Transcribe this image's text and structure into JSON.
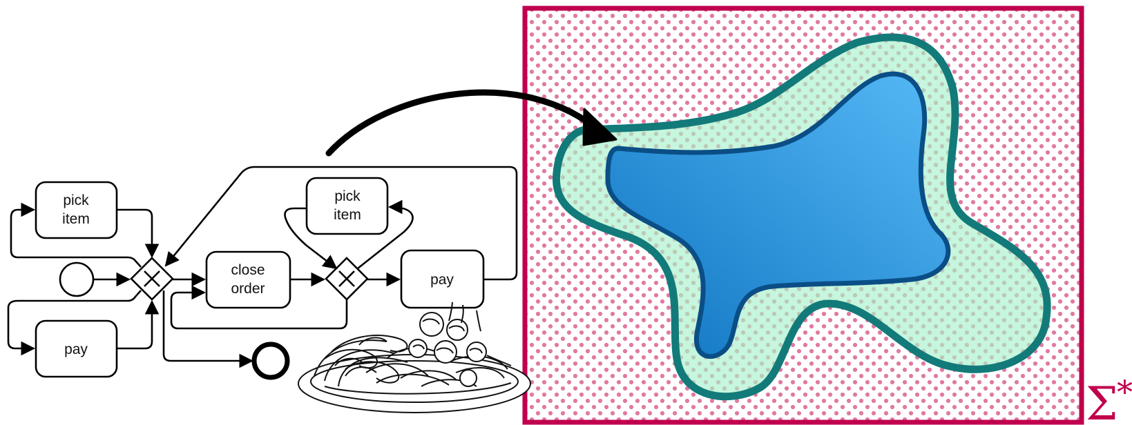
{
  "bpmn": {
    "tasks": [
      {
        "id": "pick-item-1",
        "lines": [
          "pick",
          "item"
        ]
      },
      {
        "id": "pay-1",
        "lines": [
          "pay"
        ]
      },
      {
        "id": "close-order",
        "lines": [
          "close",
          "order"
        ]
      },
      {
        "id": "pick-item-2",
        "lines": [
          "pick",
          "item"
        ]
      },
      {
        "id": "pay-2",
        "lines": [
          "pay"
        ]
      }
    ]
  },
  "language_space": {
    "symbol": "Σ",
    "superscript": "*"
  },
  "colors": {
    "outer_border": "#c0004d",
    "dots": "#e07aa1",
    "middle_fill": "#c6f6dd",
    "middle_stroke": "#137a7a",
    "inner_stroke": "#0b4e86",
    "inner_gradient_start": "#0e74c0",
    "inner_gradient_end": "#56b9f6"
  },
  "icons": [
    "spaghetti-plate-icon",
    "mapping-arrow-icon"
  ]
}
